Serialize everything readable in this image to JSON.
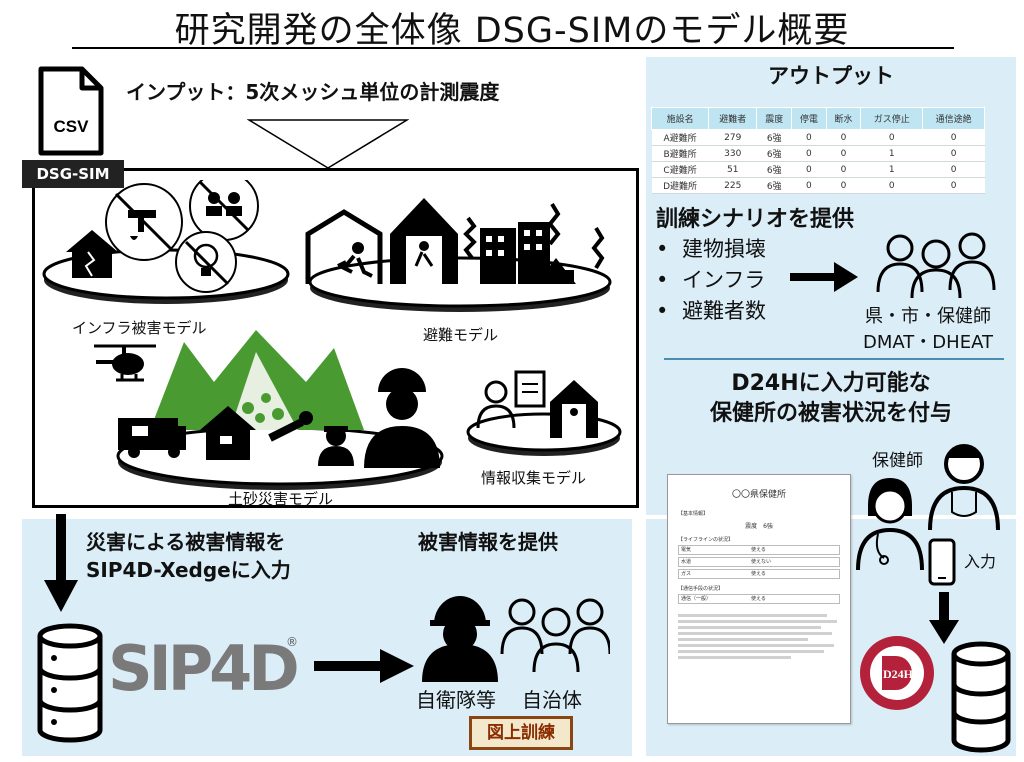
{
  "title": "研究開発の全体像 DSG-SIMのモデル概要",
  "input": {
    "csv_label": "CSV",
    "text": "インプット：5次メッシュ単位の計測震度"
  },
  "dsg_badge": "DSG-SIM",
  "models": {
    "infra": "インフラ被害モデル",
    "evacuation": "避難モデル",
    "landslide": "土砂災害モデル",
    "info": "情報収集モデル"
  },
  "output": {
    "title": "アウトプット",
    "headers": [
      "施設名",
      "避難者",
      "震度",
      "停電",
      "断水",
      "ガス停止",
      "通信途絶"
    ],
    "rows": [
      [
        "A避難所",
        "279",
        "6強",
        "0",
        "0",
        "0",
        "0"
      ],
      [
        "B避難所",
        "330",
        "6強",
        "0",
        "0",
        "1",
        "0"
      ],
      [
        "C避難所",
        "51",
        "6強",
        "0",
        "0",
        "1",
        "0"
      ],
      [
        "D避難所",
        "225",
        "6強",
        "0",
        "0",
        "0",
        "0"
      ]
    ]
  },
  "scenario": {
    "title": "訓練シナリオを提供",
    "bullets": [
      "建物損壊",
      "インフラ",
      "避難者数"
    ],
    "actors_line1": "県・市・保健師",
    "actors_line2": "DMAT・DHEAT"
  },
  "d24h": {
    "title_line1": "D24Hに入力可能な",
    "title_line2": "保健所の被害状況を付与",
    "nurse_label": "保健師",
    "input_label": "入力",
    "logo_text": "D24H"
  },
  "document": {
    "title": "〇〇県保健所",
    "section1": "【基本情報】",
    "shindo": "震度　6強",
    "section2": "【ライフラインの状況】",
    "lifelines": [
      {
        "name": "電気",
        "status": "使える"
      },
      {
        "name": "水道",
        "status": "使えない"
      },
      {
        "name": "ガス",
        "status": "使える"
      }
    ],
    "section3": "【通信手段の状況】",
    "comm": {
      "name": "通信（一般）",
      "status": "使える"
    }
  },
  "bottom": {
    "line1": "災害による被害情報を",
    "line2": "SIP4D-Xedgeに入力",
    "provide": "被害情報を提供",
    "sip4d_logo": "SIP4D",
    "registered": "®",
    "sdf_label": "自衛隊等",
    "local_gov_label": "自治体",
    "kunren": "図上訓練"
  },
  "colors": {
    "panel_bg": "#dbeef8",
    "mountain_green": "#4a9a32",
    "sip_gray": "#7a7a7a",
    "sip_orange": "#e84c1e",
    "kunren_border": "#8b4513",
    "kunren_bg": "#f4e8cc"
  }
}
